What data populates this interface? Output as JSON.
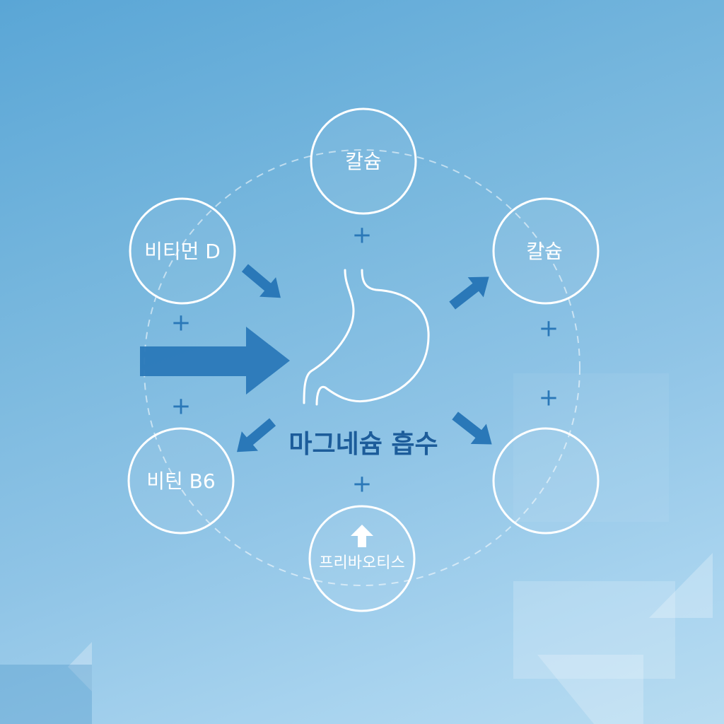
{
  "center": {
    "label": "마그네슘 흡수",
    "icon": "stomach-icon"
  },
  "nodes": [
    {
      "label": "칼슘"
    },
    {
      "label": "칼슘"
    },
    {
      "label": ""
    },
    {
      "label": "프리바오티스",
      "icon": "arrow-up-icon"
    },
    {
      "label": "비틴 B6"
    },
    {
      "label": "비티먼 D"
    }
  ],
  "connectors": [
    "+",
    "+",
    "+",
    "+",
    "+",
    "+"
  ],
  "colors": {
    "accent": "#2a78b8",
    "center_text": "#1c5c9a",
    "circle_stroke": "#ffffff",
    "background_start": "#5aa6d6",
    "background_end": "#b8dcf1"
  }
}
